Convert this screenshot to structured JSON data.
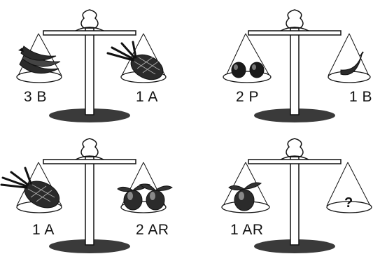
{
  "scales": [
    {
      "left_label": "3 B",
      "right_label": "1 A",
      "left_item": "bananas",
      "right_item": "pineapple",
      "tilt": "balanced"
    },
    {
      "left_label": "2 P",
      "right_label": "1 B",
      "left_item": "plums",
      "right_item": "banana",
      "tilt": "balanced"
    },
    {
      "left_label": "1 A",
      "right_label": "2 AR",
      "left_item": "pineapple",
      "right_item": "apricots",
      "tilt": "balanced"
    },
    {
      "left_label": "1 AR",
      "right_label": "",
      "left_item": "apricot",
      "right_item": "unknown",
      "tilt": "balanced"
    }
  ],
  "question_mark": "?",
  "colors": {
    "ink": "#111111",
    "fill_dark": "#2b2b2b",
    "base_shadow": "#3a3a3a"
  }
}
